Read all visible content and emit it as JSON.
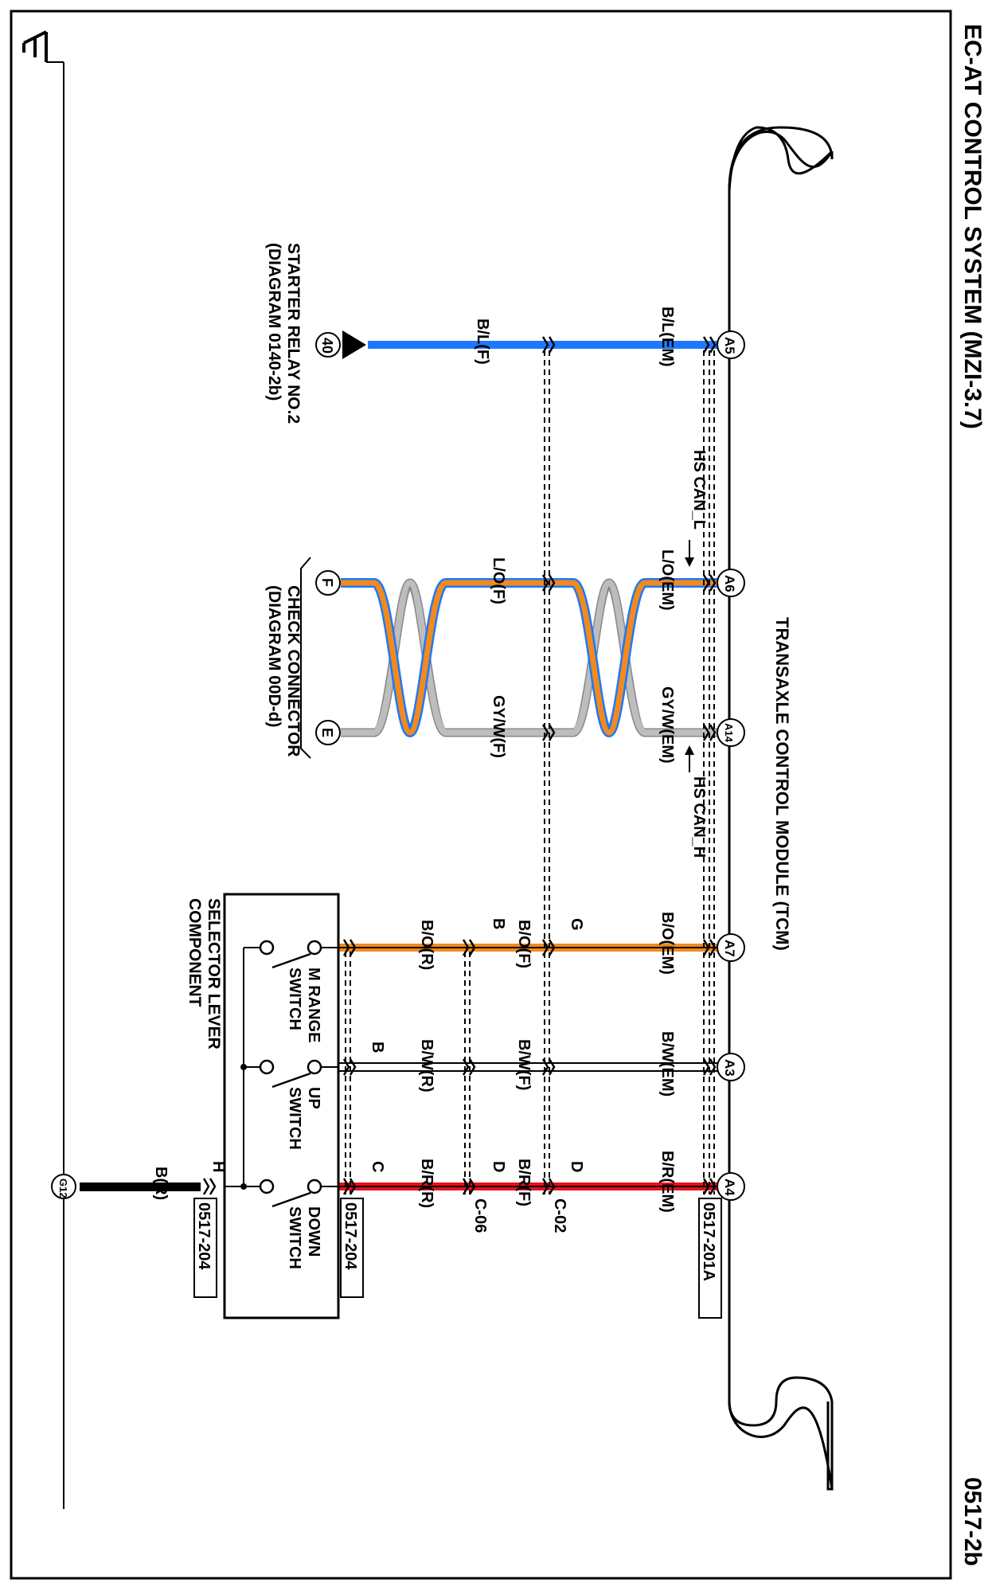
{
  "header": {
    "title": "EC-AT CONTROL SYSTEM (MZI-3.7)",
    "page_code": "0517-2b"
  },
  "tcm": {
    "label": "TRANSAXLE CONTROL MODULE (TCM)",
    "connector": "0517-201A",
    "pins": [
      "A5",
      "A6",
      "A14",
      "A7",
      "A3",
      "A4"
    ]
  },
  "can": {
    "low": "HS CAN_L",
    "high": "HS CAN_H"
  },
  "wires": {
    "a5_em": "B/L(EM)",
    "a5_f": "B/L(F)",
    "a6_em": "L/O(EM)",
    "a6_f": "L/O(F)",
    "a14_em": "GY/W(EM)",
    "a14_f": "GY/W(F)",
    "a7_em": "B/O(EM)",
    "a7_f": "B/O(F)",
    "a7_r": "B/O(R)",
    "a3_em": "B/W(EM)",
    "a3_f": "B/W(F)",
    "a3_r": "B/W(R)",
    "a4_em": "B/R(EM)",
    "a4_f": "B/R(F)",
    "a4_r": "B/R(R)",
    "ground_wire": "B(R)"
  },
  "junctions": {
    "c02_pins": [
      "G",
      "D"
    ],
    "c02": "C-02",
    "c06_pins": [
      "B",
      "D"
    ],
    "c06": "C-06",
    "switch_pins": [
      "C",
      "B"
    ],
    "switch_conn": "0517-204",
    "ground_pin": "H",
    "ground_conn": "0517-204"
  },
  "starter": {
    "ref": "40",
    "name": "STARTER RELAY NO.2",
    "diagram": "(DIAGRAM 0140-2b)"
  },
  "check": {
    "pin_f": "F",
    "pin_e": "E",
    "name": "CHECK CONNECTOR",
    "diagram": "(DIAGRAM 00D-d)"
  },
  "selector": {
    "name1": "SELECTOR LEVER",
    "name2": "COMPONENT",
    "m_range1": "M RANGE",
    "m_range2": "SWITCH",
    "up1": "UP",
    "up2": "SWITCH",
    "down1": "DOWN",
    "down2": "SWITCH"
  },
  "ground": {
    "ref": "G12"
  },
  "colors": {
    "blue": "#1e78ff",
    "orange": "#f28a1c",
    "gray": "#bdbdbd",
    "red": "#e8101a",
    "black": "#000000"
  }
}
